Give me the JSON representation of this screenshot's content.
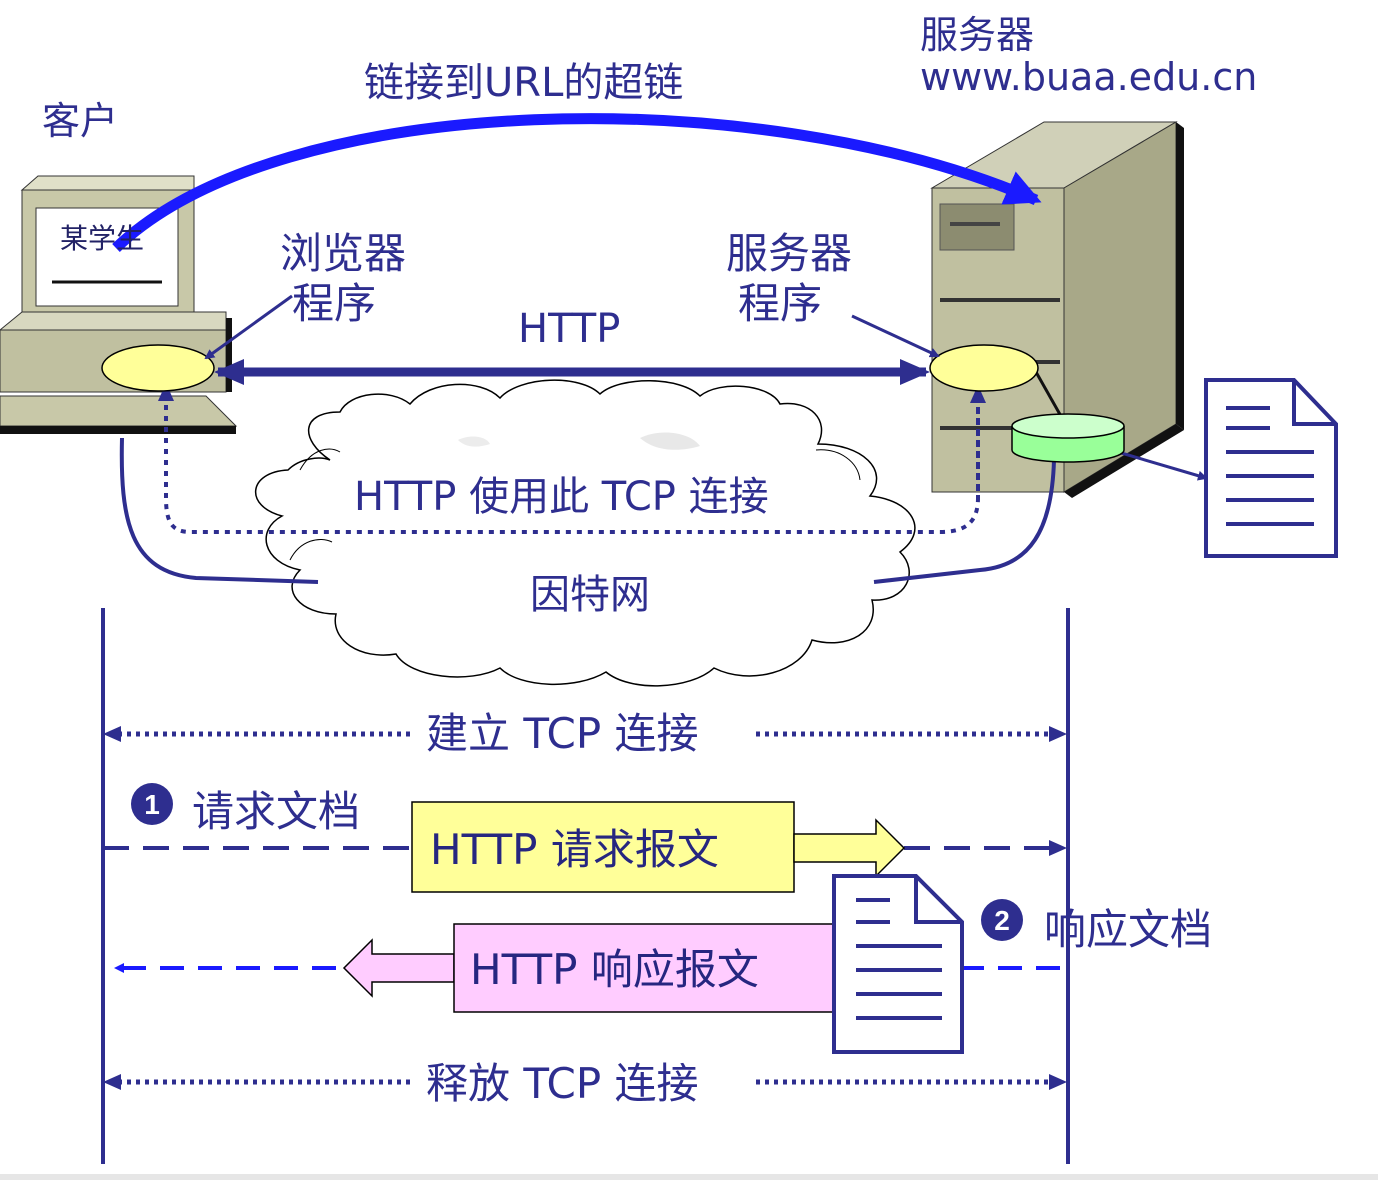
{
  "labels": {
    "client": "客户",
    "student": "某学生",
    "hyperlink": "链接到URL的超链",
    "server_title": "服务器",
    "server_url": "www.buaa.edu.cn",
    "browser_line1": "浏览器",
    "browser_line2": "程序",
    "server_prog_line1": "服务器",
    "server_prog_line2": "程序",
    "http": "HTTP",
    "tcp_use": "HTTP 使用此 TCP 连接",
    "internet": "因特网",
    "establish": "建立 TCP 连接",
    "request_doc": "请求文档",
    "request_msg": "HTTP 请求报文",
    "response_doc": "响应文档",
    "response_msg": "HTTP 响应报文",
    "release": "释放 TCP 连接",
    "step1": "1",
    "step2": "2"
  },
  "colors": {
    "text": "#2e2e8f",
    "line": "#2e2e8f",
    "arrow_blue": "#1a1aff",
    "request_box": "#ffff99",
    "response_box": "#ffccff",
    "ellipse": "#ffff99",
    "disk": "#99ff99",
    "computer": "#c8c8a8",
    "server": "#c0c0a0"
  }
}
